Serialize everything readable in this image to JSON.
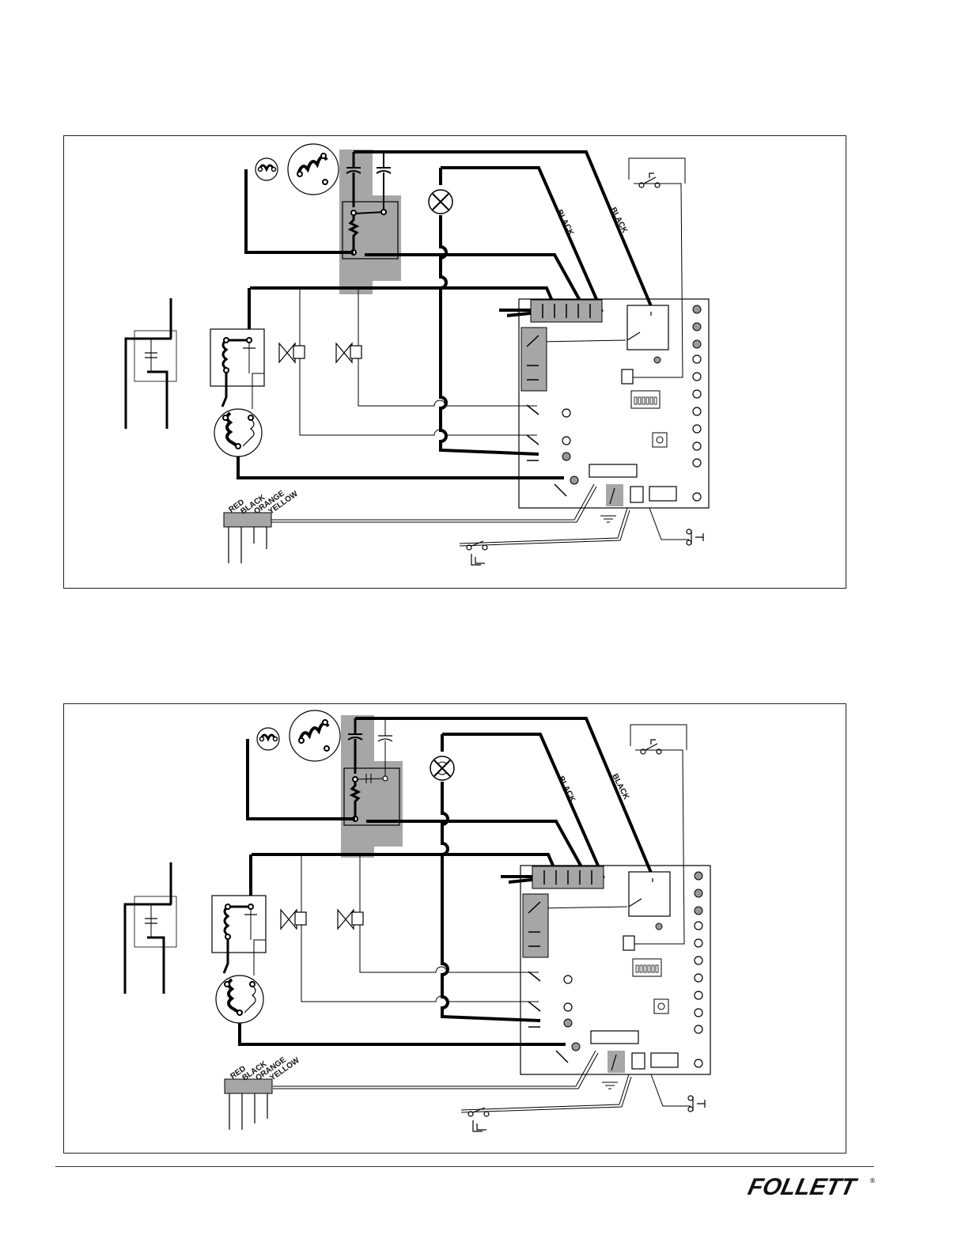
{
  "diagram_top": {
    "wire_labels": {
      "black_1": "BLACK",
      "black_2": "BLACK",
      "red": "RED",
      "black": "BLACK",
      "orange": "ORANGE",
      "yellow": "YELLOW"
    }
  },
  "diagram_bottom": {
    "wire_labels": {
      "black_1": "BLACK",
      "black_2": "BLACK",
      "red": "RED",
      "black": "BLACK",
      "orange": "ORANGE",
      "yellow": "YELLOW"
    }
  },
  "footer": {
    "logo_text": "FOLLETT",
    "registered_mark": "®"
  },
  "colors": {
    "wire": "#000000",
    "highlight_gray": "#a6a6a6",
    "indicator_gray": "#999999"
  }
}
